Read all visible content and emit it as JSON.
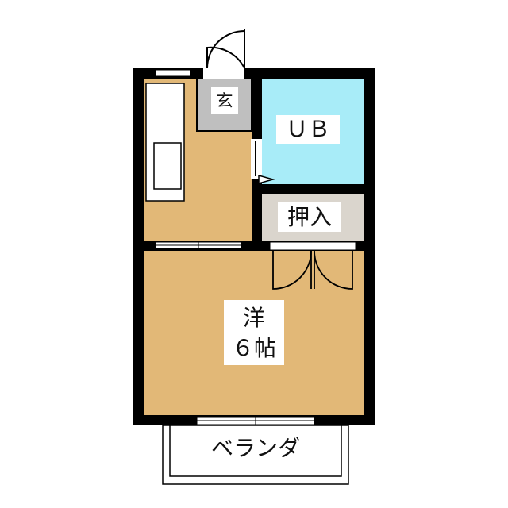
{
  "rooms": {
    "entrance": "玄",
    "bath": "ＵＢ",
    "closet": "押入",
    "western_room": "洋",
    "western_room_size": "６帖",
    "balcony": "ベランダ"
  },
  "colors": {
    "wall": "#000000",
    "floor": "#e2b877",
    "bath": "#a8ecf8",
    "closet": "#dad5cd",
    "entrance": "#bfbfbf",
    "background": "#ffffff"
  }
}
